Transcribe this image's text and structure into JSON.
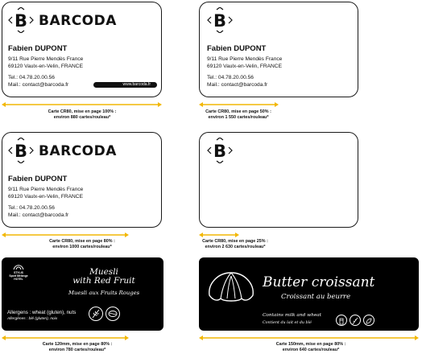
{
  "brand": "BARCODA",
  "logo_letter": "B",
  "contact": {
    "name": "Fabien DUPONT",
    "address1": "9/11 Rue Pierre Mendès France",
    "address2": "69120 Vaulx-en-Velin, FRANCE",
    "tel": "Tel.: 04.78.20.00.56",
    "mail": "Mail.: contact@barcoda.fr",
    "web": "www.barcoda.fr"
  },
  "captions": {
    "c1": {
      "line1": "Carte CR80, mise en page 100% :",
      "line2": "environ 880 cartes/rouleau*"
    },
    "c2": {
      "line1": "Carte CR80, mise en page 50% :",
      "line2": "environ 1 550 cartes/rouleau*"
    },
    "c3": {
      "line1": "Carte CR80, mise en page 80% :",
      "line2": "environ 1000 cartes/rouleau*"
    },
    "c4": {
      "line1": "Carte CR80, mise en page 25% :",
      "line2": "environ 2 630 cartes/rouleau*"
    },
    "c5": {
      "line1": "Carte 120mm, mise en page 80% :",
      "line2": "environ 780 cartes/rouleau*"
    },
    "c6": {
      "line1": "Carte 150mm, mise en page 80% :",
      "line2": "environ 640 cartes/rouleau*"
    }
  },
  "muesli": {
    "title_line1": "Muesli",
    "title_line2": "with Red Fruit",
    "subtitle": "Muesli aux Fruits Rouges",
    "allergens": "Allergens : wheat (gluten), nuts",
    "allergenes_fr": "Allergènes : blé (gluten), noix",
    "hotel_line1": "STYLIS",
    "hotel_line2": "Sport Mélange",
    "hotel_line3": "HOTEL"
  },
  "croissant": {
    "title": "Butter croissant",
    "subtitle": "Croissant au beurre",
    "contains_en": "Contains milk and wheat",
    "contains_fr": "Contient du lait et du blé"
  },
  "colors": {
    "ink": "#111111",
    "card_dark": "#000000",
    "arrow": "#f2b705"
  }
}
